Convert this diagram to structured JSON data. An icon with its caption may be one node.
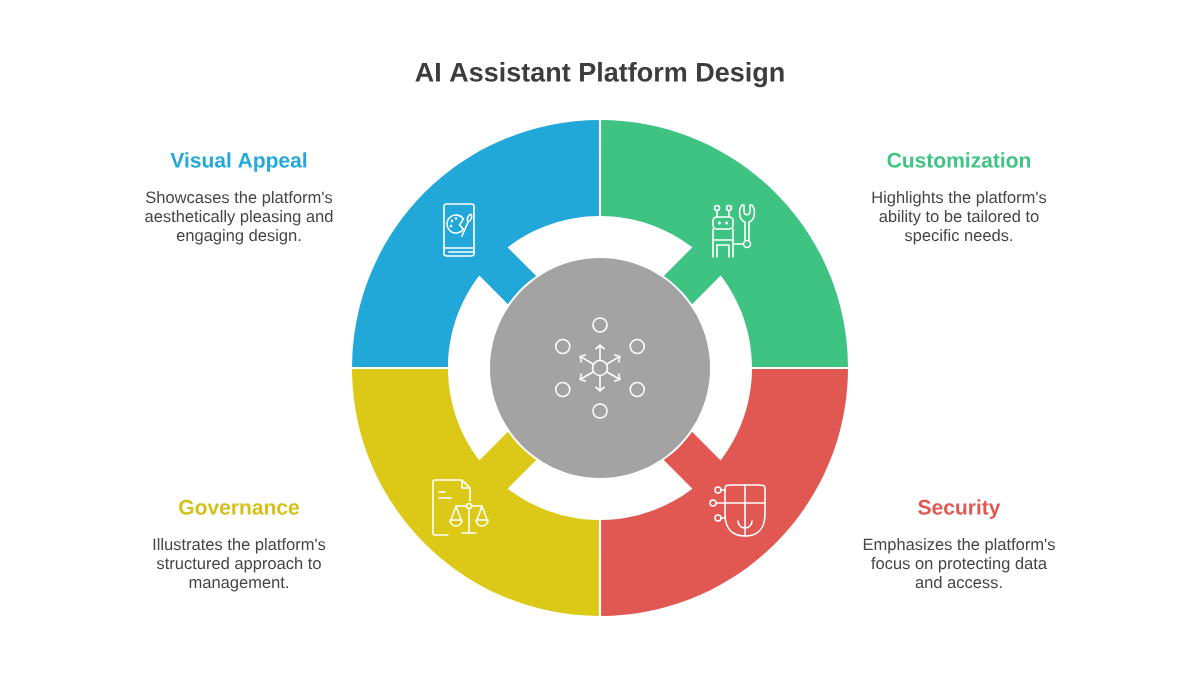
{
  "diagram": {
    "title": "AI Assistant Platform Design",
    "nodes": [
      {
        "text": [],
        "shape": "segment",
        "beside": [
          "Visual Appeal",
          "Showcases the platform's aesthetically pleasing and engaging design."
        ]
      },
      {
        "text": [],
        "shape": "segment",
        "beside": [
          "Customization",
          "Highlights the platform's ability to be tailored to specific needs."
        ]
      },
      {
        "text": [],
        "shape": "circle"
      },
      {
        "text": [],
        "shape": "segment",
        "beside": [
          "Governance",
          "Illustrates the platform's structured approach to management."
        ]
      },
      {
        "text": [],
        "shape": "segment",
        "beside": [
          "Security",
          "Emphasizes the platform's focus on protecting data and access."
        ]
      }
    ]
  }
}
